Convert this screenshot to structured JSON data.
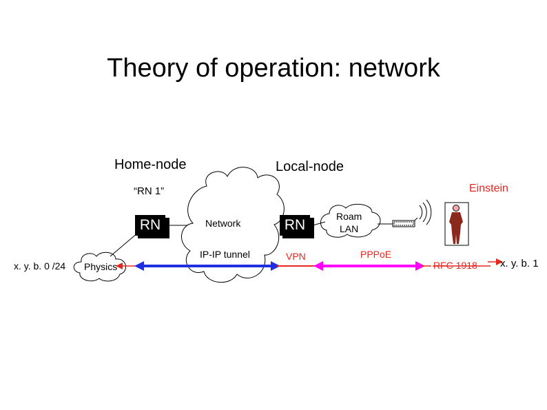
{
  "slide": {
    "title": "Theory of operation: network",
    "home_node": "Home-node",
    "local_node": "Local-node",
    "rn1": "“RN 1”",
    "einstein": "Einstein",
    "rn_left": "RN",
    "rn_right": "RN",
    "network": "Network",
    "ip_tunnel": "IP-IP tunnel",
    "roam": "Roam",
    "lan": "LAN",
    "vpn": "VPN",
    "pppoe": "PPPoE",
    "physics": "Physics",
    "addr_left": "x. y. b. 0 /24",
    "rfc": "RFC 1918",
    "addr_right": "x. y. b. 1"
  },
  "colors": {
    "red": "#e8251f",
    "blue": "#1f2fe0",
    "magenta": "#ff00ff",
    "rn_box": "#000000",
    "figure": "#8b2a1c",
    "figure_head": "#f2a9a9"
  }
}
